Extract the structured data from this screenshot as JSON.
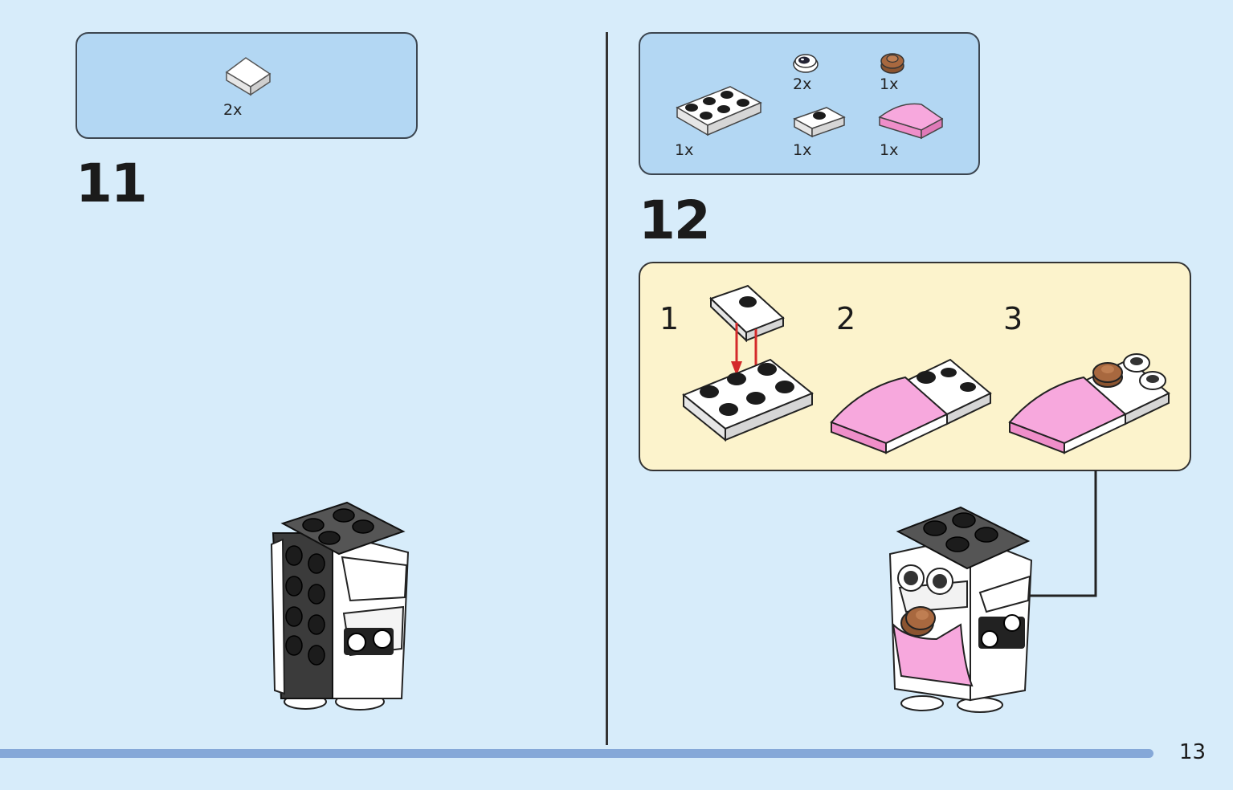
{
  "left_page": {
    "step_number": "11",
    "parts": [
      {
        "name": "white-slope-brick",
        "quantity": "2x"
      }
    ]
  },
  "right_page": {
    "step_number": "12",
    "parts": [
      {
        "name": "white-plate-2x4",
        "quantity": "1x"
      },
      {
        "name": "eye-tile-round",
        "quantity": "2x"
      },
      {
        "name": "white-jumper-plate",
        "quantity": "1x"
      },
      {
        "name": "brown-round-plate",
        "quantity": "1x"
      },
      {
        "name": "pink-curved-slope",
        "quantity": "1x"
      }
    ],
    "substeps": [
      "1",
      "2",
      "3"
    ]
  },
  "page_number": "13",
  "colors": {
    "background": "#d7ecfa",
    "parts_box": "#b3d7f3",
    "substep_panel": "#fcf3cc",
    "arrow_red": "#d42a2a",
    "pink": "#f7a8dd",
    "brown": "#a8683f",
    "bar": "#85a8d8"
  }
}
